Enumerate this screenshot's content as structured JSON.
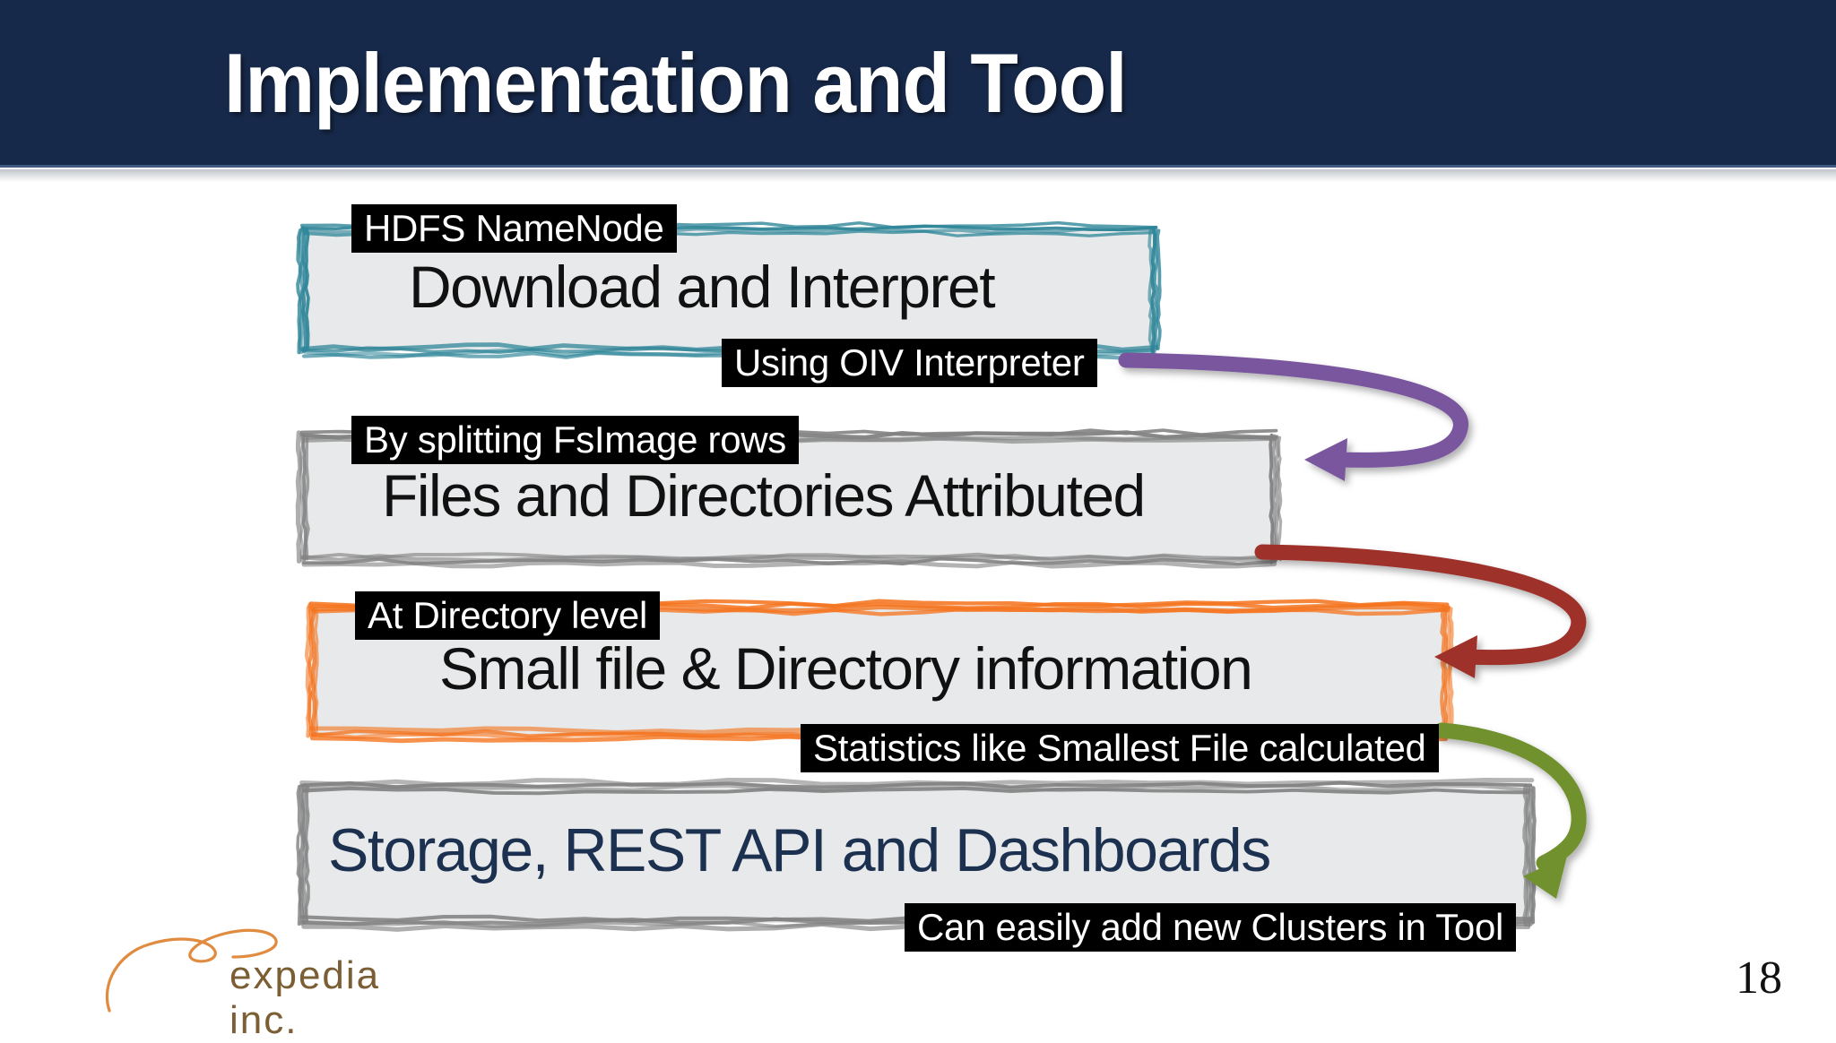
{
  "slide": {
    "title": "Implementation and Tool",
    "page_number": "18",
    "brand": "expedia inc.",
    "title_bar_color": "#17294a",
    "box_fill_color": "#e8e9ea"
  },
  "steps": [
    {
      "id": "download-and-interpret",
      "text": "Download and Interpret",
      "text_color": "#111111",
      "border_color": "#2e8598",
      "top_label": "HDFS NameNode",
      "bottom_label": "Using OIV Interpreter"
    },
    {
      "id": "files-and-directories-attributed",
      "text": "Files and Directories Attributed",
      "text_color": "#111111",
      "border_color": "#828282",
      "top_label": "By splitting FsImage rows",
      "bottom_label": ""
    },
    {
      "id": "small-file-and-directory-information",
      "text": "Small file & Directory information",
      "text_color": "#111111",
      "border_color": "#f4741f",
      "top_label": "At Directory level",
      "bottom_label": "Statistics like Smallest File calculated"
    },
    {
      "id": "storage-rest-api-and-dashboards",
      "text": "Storage, REST API and Dashboards",
      "text_color": "#1c3050",
      "border_color": "#828282",
      "top_label": "",
      "bottom_label": "Can easily add new Clusters in Tool"
    }
  ],
  "connectors": [
    {
      "id": "connector-1-to-2",
      "color": "#7a579f",
      "from": "download-and-interpret",
      "to": "files-and-directories-attributed"
    },
    {
      "id": "connector-2-to-3",
      "color": "#9e332b",
      "from": "files-and-directories-attributed",
      "to": "small-file-and-directory-information"
    },
    {
      "id": "connector-3-to-4",
      "color": "#71912f",
      "from": "small-file-and-directory-information",
      "to": "storage-rest-api-and-dashboards"
    }
  ]
}
